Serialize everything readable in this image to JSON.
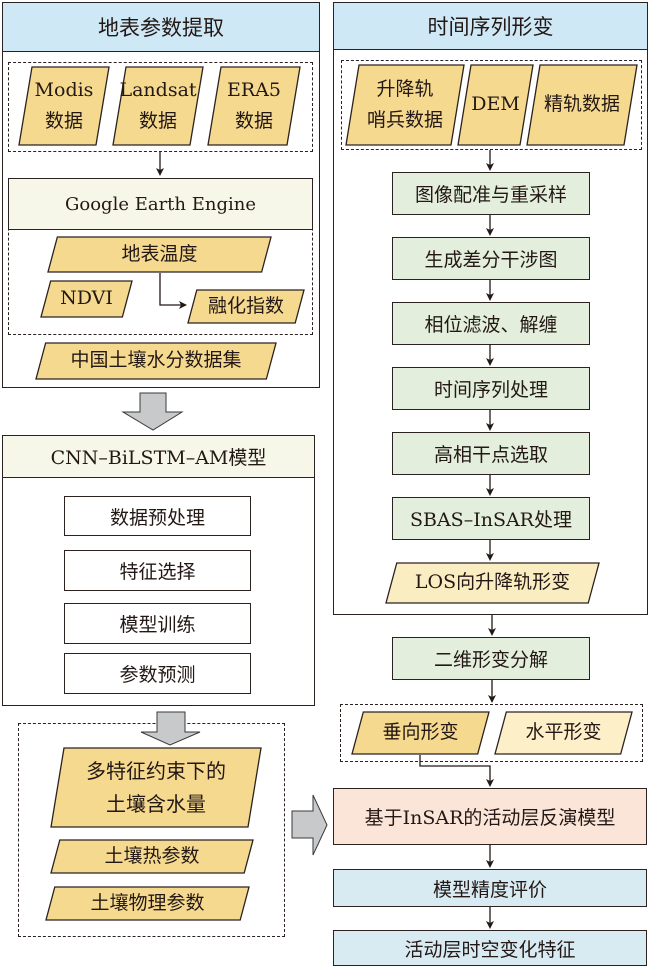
{
  "left_panel": {
    "title": "地表参数提取",
    "sources": [
      "Modis\n数据",
      "Landsat\n数据",
      "ERA5\n数据"
    ],
    "platform": "Google Earth Engine",
    "lst": "地表温度",
    "ndvi": "NDVI",
    "melt_index": "融化指数",
    "soil_dataset": "中国土壤水分数据集"
  },
  "model_panel": {
    "title": "CNN–BiLSTM–AM模型",
    "steps": [
      "数据预处理",
      "特征选择",
      "模型训练",
      "参数预测"
    ]
  },
  "outputs": {
    "moisture": "多特征约束下的\n土壤含水量",
    "thermal": "土壤热参数",
    "physical": "土壤物理参数"
  },
  "right_panel": {
    "title": "时间序列形变",
    "sources": [
      "升降轨\n哨兵数据",
      "DEM",
      "精轨数据"
    ],
    "steps": [
      "图像配准与重采样",
      "生成差分干涉图",
      "相位滤波、解缠",
      "时间序列处理",
      "高相干点选取",
      "SBAS–InSAR处理"
    ],
    "los": "LOS向升降轨形变"
  },
  "decomposition": "二维形变分解",
  "vertical": "垂向形变",
  "horizontal": "水平形变",
  "inversion_model": "基于InSAR的活动层反演模型",
  "accuracy": "模型精度评价",
  "characteristics": "活动层时空变化特征",
  "colors": {
    "header_blue": "#cfe8f6",
    "para_yellow": "#f5d98f",
    "para_light": "#fdf0c8",
    "green": "#e3efdc",
    "peach": "#fbe5d8",
    "light_blue": "#d9ebf2"
  }
}
